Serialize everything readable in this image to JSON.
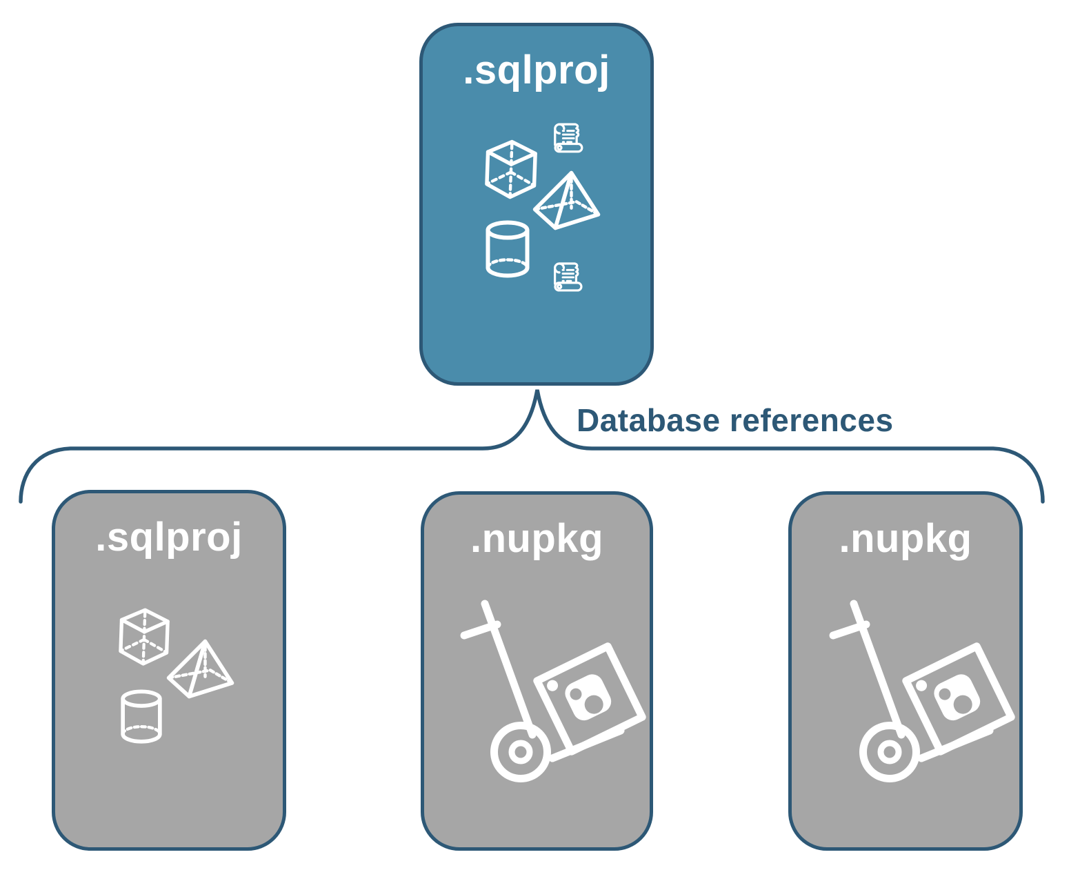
{
  "diagram": {
    "connector_label": "Database references",
    "cards": {
      "root": {
        "label": ".sqlproj",
        "icons": [
          "scroll-icon",
          "cube-icon",
          "pyramid-icon",
          "cylinder-icon",
          "scroll-icon"
        ]
      },
      "child_sqlproj": {
        "label": ".sqlproj",
        "icons": [
          "cube-icon",
          "pyramid-icon",
          "cylinder-icon"
        ]
      },
      "child_nupkg_1": {
        "label": ".nupkg",
        "icons": [
          "package-handtruck-icon"
        ]
      },
      "child_nupkg_2": {
        "label": ".nupkg",
        "icons": [
          "package-handtruck-icon"
        ]
      }
    }
  },
  "colors": {
    "root_fill": "#4A8CAB",
    "child_fill": "#A6A6A6",
    "border": "#2D5876",
    "label_text": "#FFFFFF",
    "connector_text": "#2D5876",
    "icon_stroke": "#FFFFFF",
    "background": "#FFFFFF"
  }
}
